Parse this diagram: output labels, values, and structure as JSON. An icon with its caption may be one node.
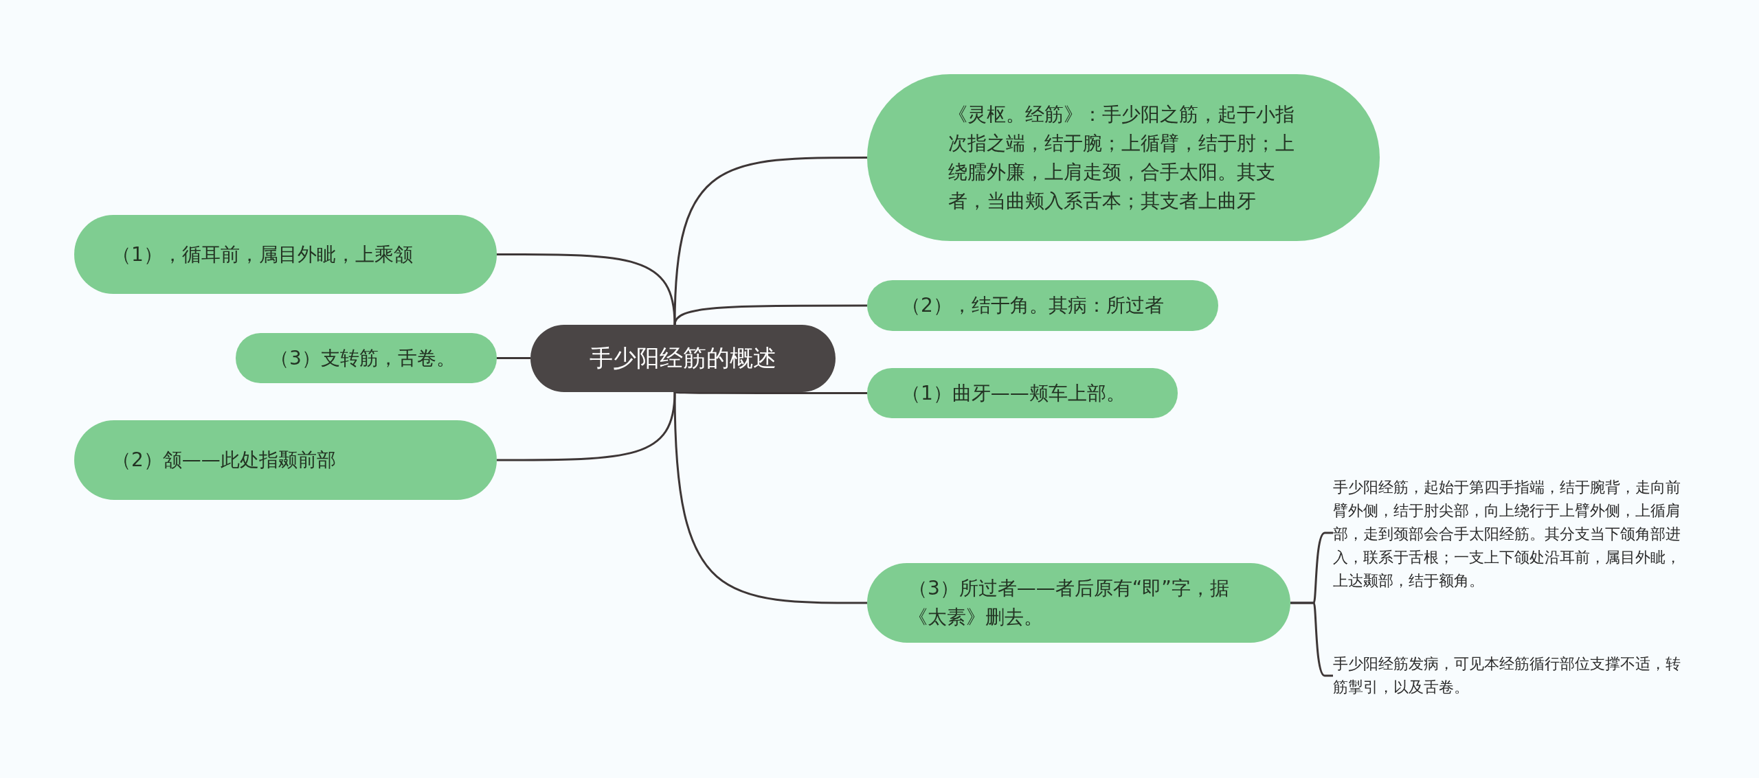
{
  "diagram": {
    "nodes": [
      {
        "text": [
          "手少阳经筋的概述"
        ]
      },
      {
        "text": [
          "《灵枢。经筋》：手少阳之筋，起于小指次指之端，结于腕；上循臂，结于肘；上绕臑外廉，上肩走颈，合手太阳。其支者，当曲颊入系舌本；其支者上曲牙"
        ]
      },
      {
        "text": [
          "（2），结于角。其病：所过者"
        ]
      },
      {
        "text": [
          "（1）曲牙——颊车上部。"
        ]
      },
      {
        "text": [
          "（3）所过者——者后原有“即”字，据《太素》删去。"
        ]
      },
      {
        "text": [
          "手少阳经筋，起始于第四手指端，结于腕背，走向前臂外侧，结于肘尖部，向上绕行于上臂外侧，上循肩部，走到颈部会合手太阳经筋。其分支当下颌角部进入，联系于舌根；一支上下颌处沿耳前，属目外眦，上达颞部，结于额角。"
        ]
      },
      {
        "text": [
          "手少阳经筋发病，可见本经筋循行部位支撑不适，转筋掣引，以及舌卷。"
        ]
      },
      {
        "text": [
          "（1），循耳前，属目外眦，上乘颔"
        ]
      },
      {
        "text": [
          "（3）支转筋，舌卷。"
        ]
      },
      {
        "text": [
          "（2）颔——此处指颞前部"
        ]
      }
    ],
    "edges": [
      {
        "from": 0,
        "to": 1,
        "arrow": "none"
      },
      {
        "from": 0,
        "to": 2,
        "arrow": "none"
      },
      {
        "from": 0,
        "to": 3,
        "arrow": "none"
      },
      {
        "from": 0,
        "to": 4,
        "arrow": "none"
      },
      {
        "from": 4,
        "to": 5,
        "arrow": "none"
      },
      {
        "from": 4,
        "to": 6,
        "arrow": "none"
      },
      {
        "from": 0,
        "to": 7,
        "arrow": "none"
      },
      {
        "from": 0,
        "to": 8,
        "arrow": "none"
      },
      {
        "from": 0,
        "to": 9,
        "arrow": "none"
      }
    ]
  }
}
